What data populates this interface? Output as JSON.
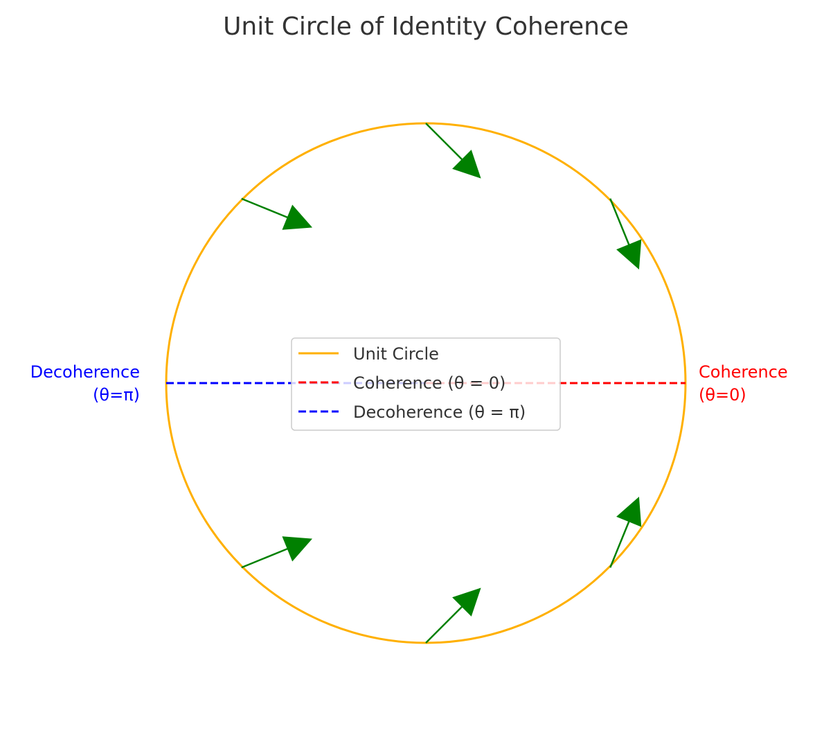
{
  "title": "Unit Circle of Identity Coherence",
  "colors": {
    "circle": "#FFB000",
    "coherence": "#FF0000",
    "decoherence": "#0000FF",
    "arrow": "#008000",
    "text": "#333333",
    "legend_border": "#CCCCCC"
  },
  "labels": {
    "coherence_line1": "Coherence",
    "coherence_line2": "(θ=0)",
    "decoherence_line1": "Decoherence",
    "decoherence_line2": "(θ=π)"
  },
  "legend": {
    "placement": "center",
    "items": [
      {
        "label": "Unit Circle",
        "style": "solid",
        "color": "#FFB000"
      },
      {
        "label": "Coherence (θ = 0)",
        "style": "dashed",
        "color": "#FF0000"
      },
      {
        "label": "Decoherence (θ = π)",
        "style": "dashed",
        "color": "#0000FF"
      }
    ]
  },
  "chart_data": {
    "type": "unit-circle-diagram",
    "radius": 1,
    "xlim": [
      -1,
      1
    ],
    "ylim": [
      -1,
      1
    ],
    "grid": false,
    "axes_visible": false,
    "lines": [
      {
        "name": "Coherence (θ = 0)",
        "from": [
          0,
          0
        ],
        "to": [
          1,
          0
        ],
        "style": "dashed"
      },
      {
        "name": "Decoherence (θ = π)",
        "from": [
          -1,
          0
        ],
        "to": [
          0,
          0
        ],
        "style": "dashed"
      }
    ],
    "arrows": [
      {
        "origin": [
          0.0,
          1.0
        ],
        "delta": [
          0.21,
          -0.21
        ]
      },
      {
        "origin": [
          0.71,
          0.71
        ],
        "delta": [
          0.11,
          -0.27
        ]
      },
      {
        "origin": [
          -0.71,
          0.71
        ],
        "delta": [
          0.27,
          -0.11
        ]
      },
      {
        "origin": [
          -0.71,
          -0.71
        ],
        "delta": [
          0.27,
          0.11
        ]
      },
      {
        "origin": [
          0.0,
          -1.0
        ],
        "delta": [
          0.21,
          0.21
        ]
      },
      {
        "origin": [
          0.71,
          -0.71
        ],
        "delta": [
          0.11,
          0.27
        ]
      }
    ]
  }
}
